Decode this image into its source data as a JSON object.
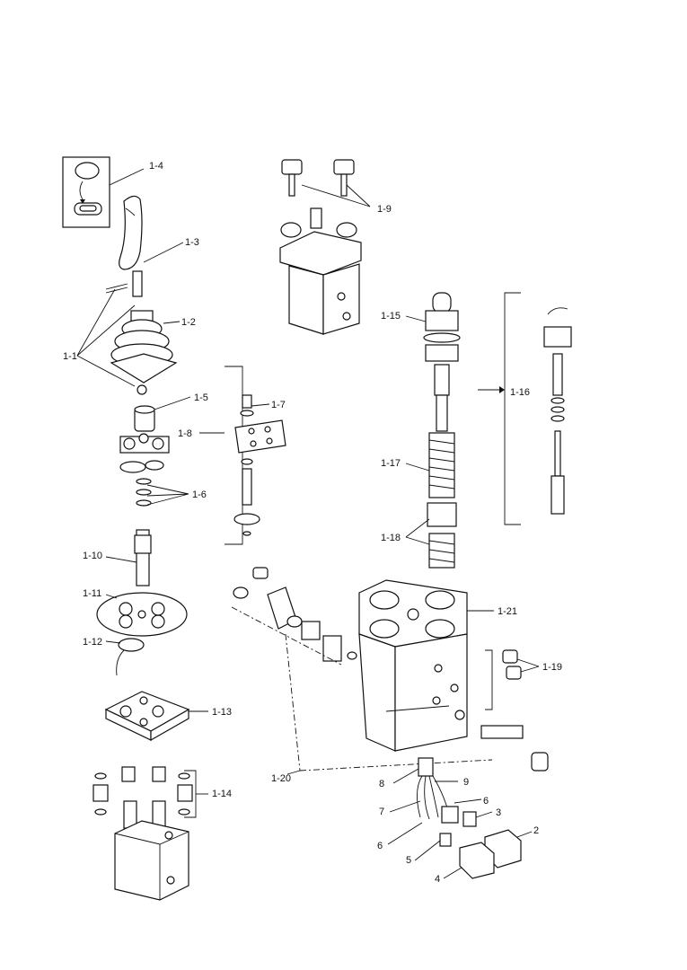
{
  "diagram": {
    "callouts": {
      "c_1_1": "1-1",
      "c_1_2": "1-2",
      "c_1_3": "1-3",
      "c_1_4": "1-4",
      "c_1_5": "1-5",
      "c_1_6": "1-6",
      "c_1_7": "1-7",
      "c_1_8": "1-8",
      "c_1_9": "1-9",
      "c_1_10": "1-10",
      "c_1_11": "1-11",
      "c_1_12": "1-12",
      "c_1_13": "1-13",
      "c_1_14": "1-14",
      "c_1_15": "1-15",
      "c_1_16": "1-16",
      "c_1_17": "1-17",
      "c_1_18": "1-18",
      "c_1_19": "1-19",
      "c_1_20": "1-20",
      "c_1_21": "1-21",
      "c_2": "2",
      "c_3": "3",
      "c_4": "4",
      "c_5": "5",
      "c_6a": "6",
      "c_6b": "6",
      "c_7": "7",
      "c_8": "8",
      "c_9": "9"
    }
  }
}
